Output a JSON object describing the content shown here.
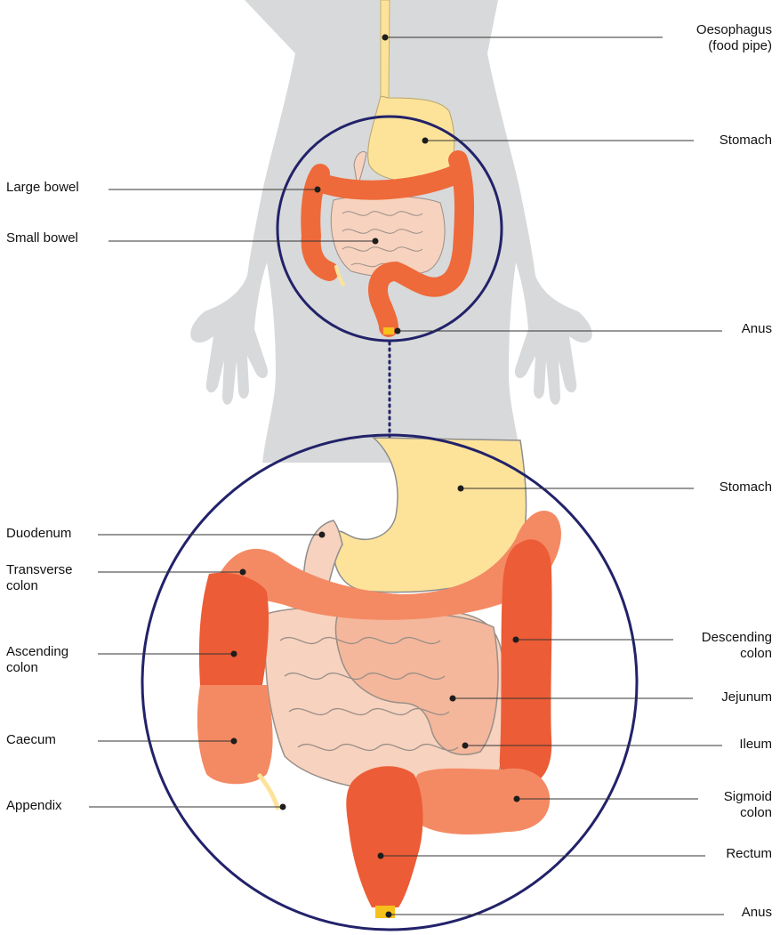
{
  "colors": {
    "body_silhouette": "#d8d9da",
    "oesophagus_stomach": "#fde39a",
    "large_bowel": "#ee6a3a",
    "colon_light": "#f48a63",
    "colon_dark": "#ec5c36",
    "small_bowel": "#f7d2bf",
    "small_bowel_outline": "#9a8f87",
    "anus": "#f6c11b",
    "circle_outline": "#22226a",
    "leader_line": "#333333"
  },
  "labels": {
    "oesophagus": "Oesophagus\n(food pipe)",
    "stomach_top": "Stomach",
    "large_bowel": "Large bowel",
    "small_bowel": "Small bowel",
    "anus_top": "Anus",
    "stomach_bottom": "Stomach",
    "duodenum": "Duodenum",
    "transverse_colon": "Transverse\ncolon",
    "ascending_colon": "Ascending\ncolon",
    "caecum": "Caecum",
    "appendix": "Appendix",
    "descending_colon": "Descending\ncolon",
    "jejunum": "Jejunum",
    "ileum": "Ileum",
    "sigmoid_colon": "Sigmoid\ncolon",
    "rectum": "Rectum",
    "anus_bottom": "Anus"
  }
}
